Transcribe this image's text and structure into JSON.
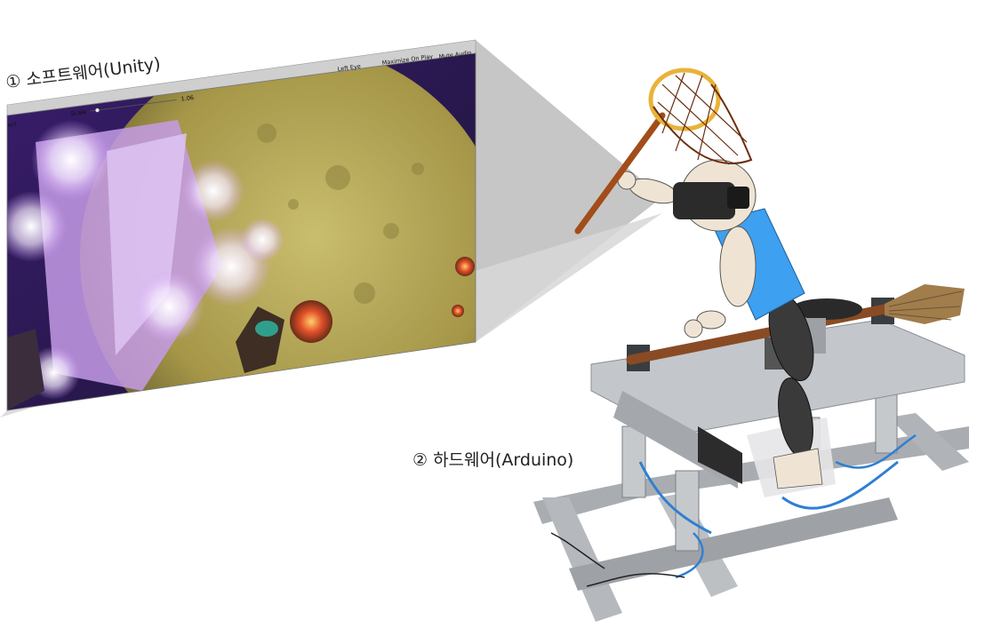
{
  "labels": {
    "software": "① 소프트웨어(Unity)",
    "hardware": "② 하드웨어(Arduino)"
  },
  "unity_toolbar": {
    "left_eye": "Left Eye",
    "maximize_on_play": "Maximize On Play",
    "mute_audio": "Mute Audio",
    "scale": "Scale",
    "scale_value": "1.06",
    "aspect_fragment": "ect"
  },
  "colors": {
    "projection_cone": "#c8c8c8",
    "shirt": "#3da0f0",
    "skin": "#efe4d4",
    "net_frame": "#e9b33a",
    "net_mesh": "#6b2f10",
    "broom_handle": "#8a4b24",
    "aluminum": "#b8bcc0",
    "pneumatic_tube": "#2e7fd3",
    "planet": "#b5a85a",
    "space_bg": "#2a1c5c"
  }
}
